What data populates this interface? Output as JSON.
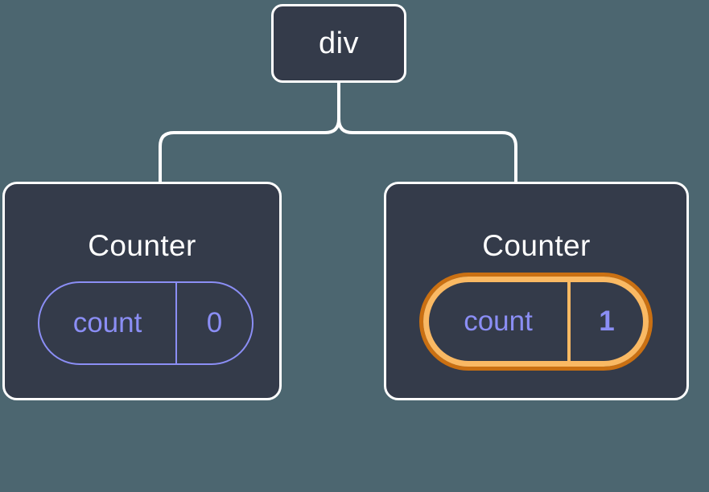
{
  "diagram": {
    "type": "component-tree",
    "background_color": "#4c6670",
    "node_fill_color": "#343b4a",
    "node_border_color": "#ffffff",
    "edge_color": "#ffffff",
    "state_color": "#8b8ef5",
    "highlight_outer_color": "#ca7012",
    "highlight_inner_color": "#fab963",
    "sparkle_color": "#fab963"
  },
  "root": {
    "label": "div"
  },
  "children": [
    {
      "title": "Counter",
      "state": {
        "key": "count",
        "value": "0"
      },
      "highlighted": false
    },
    {
      "title": "Counter",
      "state": {
        "key": "count",
        "value": "1"
      },
      "highlighted": true,
      "sparkle_large": "sparkle-icon",
      "sparkle_small": "sparkle-icon"
    }
  ]
}
